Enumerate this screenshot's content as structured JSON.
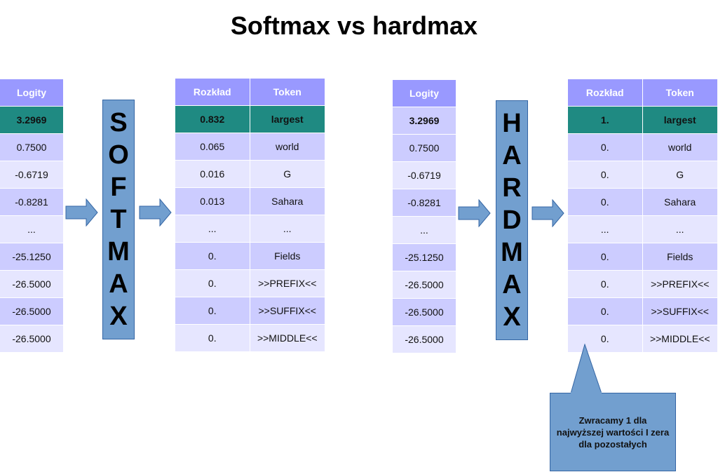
{
  "title": "Softmax vs hardmax",
  "softmax": {
    "logits_header": "Logity",
    "logits": [
      "3.2969",
      "0.7500",
      "-0.6719",
      "-0.8281",
      "...",
      "-25.1250",
      "-26.5000",
      "-26.5000",
      "-26.5000"
    ],
    "box_letters": [
      "S",
      "O",
      "F",
      "T",
      "M",
      "A",
      "X"
    ],
    "headers": [
      "Rozkład",
      "Token"
    ],
    "rows": [
      [
        "0.832",
        "largest"
      ],
      [
        "0.065",
        "world"
      ],
      [
        "0.016",
        "G"
      ],
      [
        "0.013",
        "Sahara"
      ],
      [
        "...",
        "..."
      ],
      [
        "0.",
        "Fields"
      ],
      [
        "0.",
        ">>PREFIX<<"
      ],
      [
        "0.",
        ">>SUFFIX<<"
      ],
      [
        "0.",
        ">>MIDDLE<<"
      ]
    ]
  },
  "hardmax": {
    "logits_header": "Logity",
    "logits": [
      "3.2969",
      "0.7500",
      "-0.6719",
      "-0.8281",
      "...",
      "-25.1250",
      "-26.5000",
      "-26.5000",
      "-26.5000"
    ],
    "box_letters": [
      "H",
      "A",
      "R",
      "D",
      "M",
      "A",
      "X"
    ],
    "headers": [
      "Rozkład",
      "Token"
    ],
    "rows": [
      [
        "1.",
        "largest"
      ],
      [
        "0.",
        "world"
      ],
      [
        "0.",
        "G"
      ],
      [
        "0.",
        "Sahara"
      ],
      [
        "...",
        "..."
      ],
      [
        "0.",
        "Fields"
      ],
      [
        "0.",
        ">>PREFIX<<"
      ],
      [
        "0.",
        ">>SUFFIX<<"
      ],
      [
        "0.",
        ">>MIDDLE<<"
      ]
    ]
  },
  "callout": "Zwracamy 1 dla najwyższej wartości I zera dla pozostałych",
  "colors": {
    "header": "#9999ff",
    "highlight": "#1f8a82",
    "row_light": "#e6e6ff",
    "row_dark": "#ccccff",
    "box": "#729fcf"
  }
}
